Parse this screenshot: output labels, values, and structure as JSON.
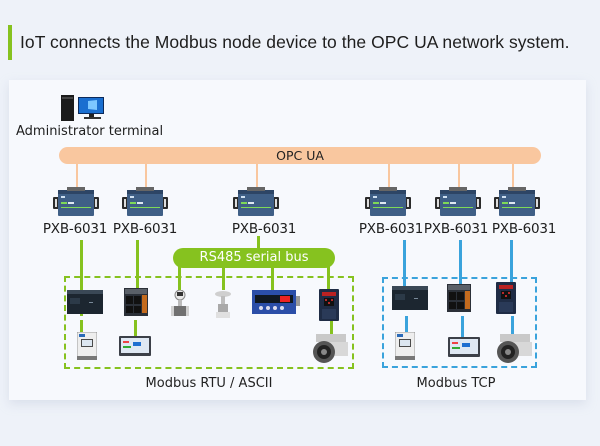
{
  "heading": {
    "text": "IoT connects the Modbus node device to the OPC UA network system.",
    "accent_color": "#86c21f"
  },
  "diagram": {
    "admin_terminal": {
      "label": "Administrator terminal",
      "icon": "desktop-computer-icon"
    },
    "opc_ua_bus": {
      "label": "OPC UA",
      "color": "#f9c79f"
    },
    "gateways": [
      {
        "label": "PXB-6031",
        "group": "rtu"
      },
      {
        "label": "PXB-6031",
        "group": "rtu"
      },
      {
        "label": "PXB-6031",
        "group": "rtu-bus"
      },
      {
        "label": "PXB-6031",
        "group": "tcp"
      },
      {
        "label": "PXB-6031",
        "group": "tcp"
      },
      {
        "label": "PXB-6031",
        "group": "tcp"
      }
    ],
    "rs485_bus": {
      "label": "RS485 serial bus",
      "color": "#86c21f"
    },
    "rtu_group": {
      "label": "Modbus RTU / ASCII",
      "color": "#86c21f",
      "devices": [
        "plc-icon",
        "plc-module-icon",
        "flowmeter-icon",
        "valve-actuator-icon",
        "digital-display-meter-icon",
        "frequency-inverter-icon",
        "power-meter-icon",
        "hmi-touchscreen-icon",
        "vacuum-pump-icon"
      ]
    },
    "tcp_group": {
      "label": "Modbus TCP",
      "color": "#3aa3dc",
      "devices": [
        "plc-icon",
        "plc-module-icon",
        "frequency-inverter-icon",
        "power-meter-icon",
        "hmi-touchscreen-icon",
        "vacuum-pump-icon"
      ]
    }
  }
}
